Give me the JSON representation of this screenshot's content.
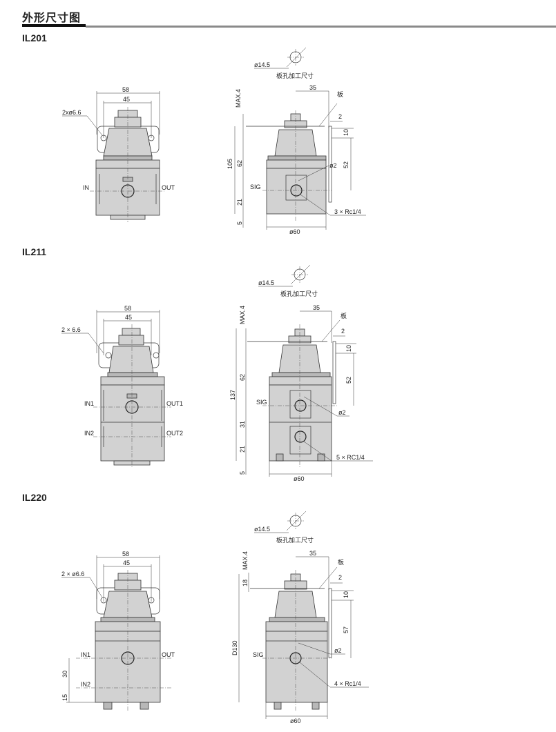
{
  "header": {
    "title": "外形尺寸图"
  },
  "drawings": [
    {
      "model": "IL201",
      "front": {
        "width_outer": "58",
        "width_inner": "45",
        "holes": "2xø6.6",
        "port_in": "IN",
        "port_out": "OUT"
      },
      "side": {
        "cutout_dia": "ø14.5",
        "cutout_label": "板孔加工尺寸",
        "panel_label": "板",
        "max": "MAX.4",
        "d35": "35",
        "d2": "2",
        "d10": "10",
        "d62": "62",
        "d105": "105",
        "d52": "52",
        "d21": "21",
        "d5": "5",
        "sig": "SIG",
        "hole": "ø2",
        "ports": "3 × Rc1/4",
        "dia60": "ø60"
      }
    },
    {
      "model": "IL211",
      "front": {
        "width_outer": "58",
        "width_inner": "45",
        "holes": "2 × 6.6",
        "port_in1": "IN1",
        "port_out1": "OUT1",
        "port_in2": "IN2",
        "port_out2": "OUT2"
      },
      "side": {
        "cutout_dia": "ø14.5",
        "cutout_label": "板孔加工尺寸",
        "panel_label": "板",
        "max": "MAX.4",
        "d35": "35",
        "d2": "2",
        "d10": "10",
        "d62": "62",
        "d137": "137",
        "d52": "52",
        "d31": "31",
        "d21": "21",
        "d5": "5",
        "sig": "SIG",
        "hole": "ø2",
        "ports": "5 × RC1/4",
        "dia60": "ø60"
      }
    },
    {
      "model": "IL220",
      "front": {
        "width_outer": "58",
        "width_inner": "45",
        "holes": "2 × ø6.6",
        "port_in1": "IN1",
        "port_out": "OUT",
        "port_in2": "IN2",
        "d30": "30",
        "d15": "15"
      },
      "side": {
        "cutout_dia": "ø14.5",
        "cutout_label": "板孔加工尺寸",
        "panel_label": "板",
        "max": "MAX.4",
        "d18": "18",
        "d35": "35",
        "d2": "2",
        "d10": "10",
        "d130": "D130",
        "d57": "57",
        "sig": "SIG",
        "hole": "ø2",
        "ports": "4 × Rc1/4",
        "dia60": "ø60"
      }
    }
  ]
}
